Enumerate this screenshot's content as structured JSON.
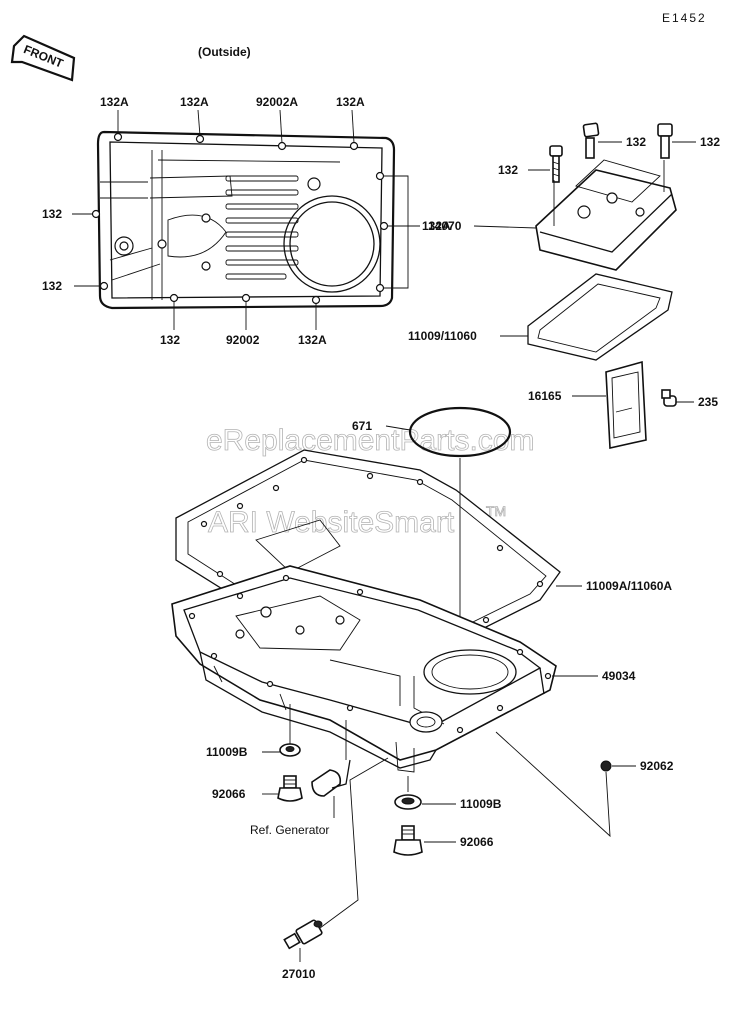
{
  "header": {
    "code": "E1452",
    "view_note": "(Outside)",
    "front_badge": "FRONT"
  },
  "watermarks": {
    "site": "eReplacementParts.com",
    "smart": "ARI WebsiteSmart",
    "tm": "TM"
  },
  "labels": {
    "cover_top_1": "132A",
    "cover_top_2": "132A",
    "cover_top_3": "92002A",
    "cover_top_4": "132A",
    "cover_left_1": "132",
    "cover_left_2": "132",
    "cover_right": "132A",
    "cover_bottom_1": "132",
    "cover_bottom_2": "92002",
    "cover_bottom_3": "132A",
    "bolt_1": "132",
    "bolt_2": "132",
    "bolt_3": "132",
    "breather_cover": "14070",
    "breather_gasket": "11009/11060",
    "baffle": "16165",
    "screw": "235",
    "o_ring": "671",
    "pan_gasket": "11009A/11060A",
    "oil_pan": "49034",
    "washer_left": "11009B",
    "plug_left": "92066",
    "ref_generator": "Ref. Generator",
    "washer_right": "11009B",
    "plug_right": "92066",
    "small_plug": "92062",
    "switch": "27010"
  }
}
